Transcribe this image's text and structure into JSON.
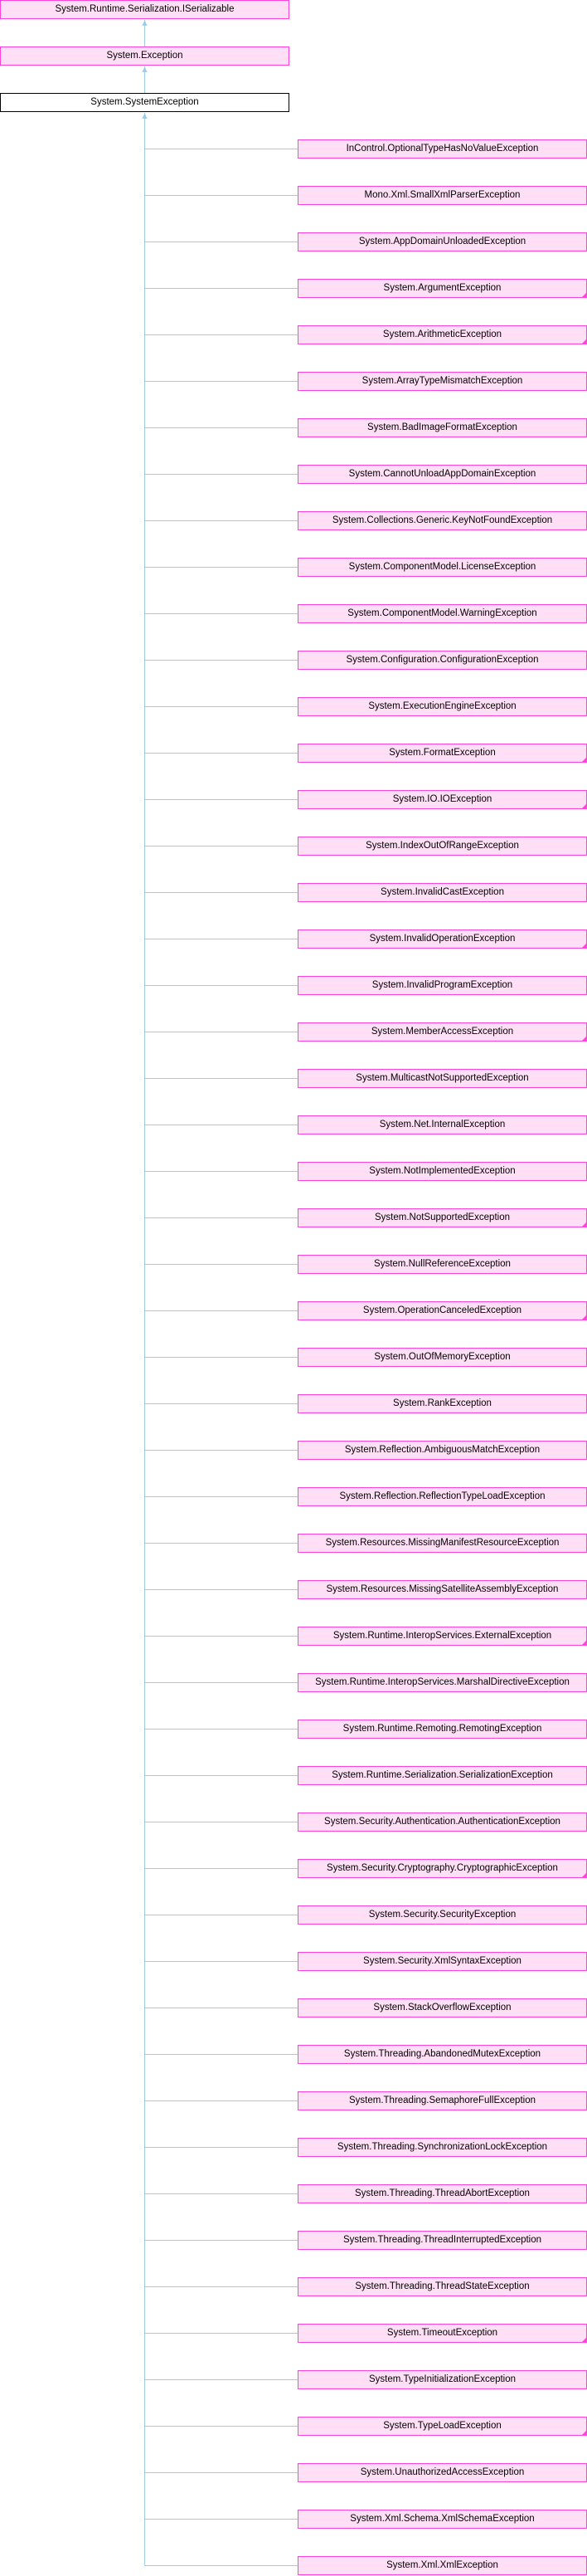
{
  "colors": {
    "node_fill": "#ffdff6",
    "node_border": "#ff44dd",
    "current_border": "#000000",
    "edge": "#9ecbe6"
  },
  "ancestors": [
    {
      "label": "System.Runtime.Serialization.ISerializable"
    },
    {
      "label": "System.Exception"
    }
  ],
  "current": {
    "label": "System.SystemException"
  },
  "children": [
    {
      "label": "InControl.OptionalTypeHasNoValueException",
      "has_more": false
    },
    {
      "label": "Mono.Xml.SmallXmlParserException",
      "has_more": false
    },
    {
      "label": "System.AppDomainUnloadedException",
      "has_more": false
    },
    {
      "label": "System.ArgumentException",
      "has_more": true
    },
    {
      "label": "System.ArithmeticException",
      "has_more": true
    },
    {
      "label": "System.ArrayTypeMismatchException",
      "has_more": false
    },
    {
      "label": "System.BadImageFormatException",
      "has_more": false
    },
    {
      "label": "System.CannotUnloadAppDomainException",
      "has_more": false
    },
    {
      "label": "System.Collections.Generic.KeyNotFoundException",
      "has_more": false
    },
    {
      "label": "System.ComponentModel.LicenseException",
      "has_more": false
    },
    {
      "label": "System.ComponentModel.WarningException",
      "has_more": false
    },
    {
      "label": "System.Configuration.ConfigurationException",
      "has_more": false
    },
    {
      "label": "System.ExecutionEngineException",
      "has_more": false
    },
    {
      "label": "System.FormatException",
      "has_more": true
    },
    {
      "label": "System.IO.IOException",
      "has_more": true
    },
    {
      "label": "System.IndexOutOfRangeException",
      "has_more": false
    },
    {
      "label": "System.InvalidCastException",
      "has_more": false
    },
    {
      "label": "System.InvalidOperationException",
      "has_more": true
    },
    {
      "label": "System.InvalidProgramException",
      "has_more": false
    },
    {
      "label": "System.MemberAccessException",
      "has_more": true
    },
    {
      "label": "System.MulticastNotSupportedException",
      "has_more": false
    },
    {
      "label": "System.Net.InternalException",
      "has_more": false
    },
    {
      "label": "System.NotImplementedException",
      "has_more": false
    },
    {
      "label": "System.NotSupportedException",
      "has_more": true
    },
    {
      "label": "System.NullReferenceException",
      "has_more": false
    },
    {
      "label": "System.OperationCanceledException",
      "has_more": true
    },
    {
      "label": "System.OutOfMemoryException",
      "has_more": false
    },
    {
      "label": "System.RankException",
      "has_more": false
    },
    {
      "label": "System.Reflection.AmbiguousMatchException",
      "has_more": false
    },
    {
      "label": "System.Reflection.ReflectionTypeLoadException",
      "has_more": false
    },
    {
      "label": "System.Resources.MissingManifestResourceException",
      "has_more": false
    },
    {
      "label": "System.Resources.MissingSatelliteAssemblyException",
      "has_more": false
    },
    {
      "label": "System.Runtime.InteropServices.ExternalException",
      "has_more": true
    },
    {
      "label": "System.Runtime.InteropServices.MarshalDirectiveException",
      "has_more": false
    },
    {
      "label": "System.Runtime.Remoting.RemotingException",
      "has_more": false
    },
    {
      "label": "System.Runtime.Serialization.SerializationException",
      "has_more": false
    },
    {
      "label": "System.Security.Authentication.AuthenticationException",
      "has_more": false
    },
    {
      "label": "System.Security.Cryptography.CryptographicException",
      "has_more": true
    },
    {
      "label": "System.Security.SecurityException",
      "has_more": false
    },
    {
      "label": "System.Security.XmlSyntaxException",
      "has_more": false
    },
    {
      "label": "System.StackOverflowException",
      "has_more": false
    },
    {
      "label": "System.Threading.AbandonedMutexException",
      "has_more": false
    },
    {
      "label": "System.Threading.SemaphoreFullException",
      "has_more": false
    },
    {
      "label": "System.Threading.SynchronizationLockException",
      "has_more": false
    },
    {
      "label": "System.Threading.ThreadAbortException",
      "has_more": false
    },
    {
      "label": "System.Threading.ThreadInterruptedException",
      "has_more": false
    },
    {
      "label": "System.Threading.ThreadStateException",
      "has_more": false
    },
    {
      "label": "System.TimeoutException",
      "has_more": true
    },
    {
      "label": "System.TypeInitializationException",
      "has_more": false
    },
    {
      "label": "System.TypeLoadException",
      "has_more": true
    },
    {
      "label": "System.UnauthorizedAccessException",
      "has_more": false
    },
    {
      "label": "System.Xml.Schema.XmlSchemaException",
      "has_more": false
    },
    {
      "label": "System.Xml.XmlException",
      "has_more": false
    }
  ]
}
